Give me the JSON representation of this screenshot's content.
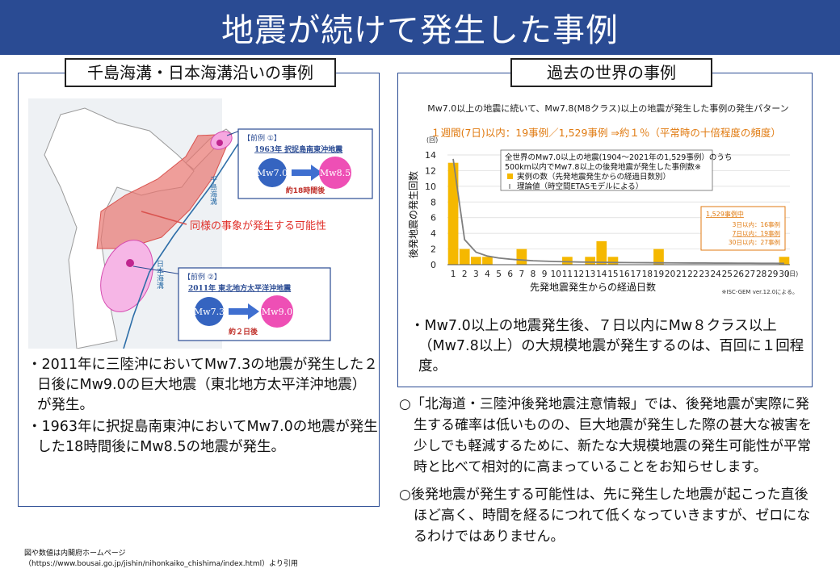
{
  "title": "地震が続けて発生した事例",
  "left_panel": {
    "label": "千島海溝・日本海溝沿いの事例",
    "map": {
      "chishima_label": "千島海溝",
      "nihon_label": "日本海溝",
      "middle_label": "同様の事象が発生する可能性",
      "case1": {
        "tag": "【前例 ①】",
        "name": "1963年 択捉島南東沖地震",
        "from": "Mw7.0",
        "to": "Mw8.5",
        "gap": "約18時間後"
      },
      "case2": {
        "tag": "【前例 ②】",
        "name": "2011年 東北地方太平洋沖地震",
        "from": "Mw7.3",
        "to": "Mw9.0",
        "gap": "約２日後"
      }
    },
    "bullets": [
      "・2011年に三陸沖においてMw7.3の地震が発生した２日後にMw9.0の巨大地震（東北地方太平洋沖地震）が発生。",
      "・1963年に択捉島南東沖においてMw7.0の地震が発生した18時間後にMw8.5の地震が発生。"
    ]
  },
  "right_panel": {
    "label": "過去の世界の事例",
    "chart_title": "Mw7.0以上の地震に続いて、Mw7.8(M8クラス)以上の地震が発生した事例の発生パターン",
    "chart_sub": "１週間(7日)以内：19事例／1,529事例 ⇒約１％（平常時の十倍程度の頻度）",
    "bullet": "・Mw7.0以上の地震発生後、７日以内にMw８クラス以上（Mw7.8以上）の大規模地震が発生するのは、百回に１回程度。"
  },
  "chart_data": {
    "type": "bar",
    "title": "",
    "xlabel": "先発地震発生からの経過日数",
    "ylabel": "後発地震の発生回数",
    "x_unit": "(日)",
    "y_unit": "(回)",
    "ylim": [
      0,
      14
    ],
    "yticks": [
      0,
      2,
      4,
      6,
      8,
      10,
      12,
      14
    ],
    "categories": [
      "1",
      "2",
      "3",
      "4",
      "5",
      "6",
      "7",
      "8",
      "9",
      "10",
      "11",
      "12",
      "13",
      "14",
      "15",
      "16",
      "17",
      "18",
      "19",
      "20",
      "21",
      "22",
      "23",
      "24",
      "25",
      "26",
      "27",
      "28",
      "29",
      "30"
    ],
    "series": [
      {
        "name": "実例の数（先発地震発生からの経過日数別）",
        "type": "bar",
        "color": "#f5b800",
        "values": [
          13,
          2,
          1,
          1,
          0,
          0,
          2,
          0,
          0,
          0,
          1,
          0,
          1,
          3,
          1,
          0,
          0,
          0,
          2,
          0,
          0,
          0,
          0,
          0,
          0,
          0,
          0,
          0,
          0,
          1
        ]
      },
      {
        "name": "理論値（時空間ETASモデルによる）",
        "type": "line",
        "color": "#7f7f7f",
        "values": [
          13.5,
          3.2,
          1.6,
          1.1,
          0.85,
          0.7,
          0.6,
          0.5,
          0.45,
          0.4,
          0.37,
          0.34,
          0.32,
          0.3,
          0.28,
          0.27,
          0.26,
          0.25,
          0.24,
          0.23,
          0.22,
          0.21,
          0.21,
          0.2,
          0.2,
          0.19,
          0.19,
          0.18,
          0.18,
          0.17
        ]
      }
    ],
    "legend": {
      "header1": "全世界のMw7.0以上の地震(1904～2021年の1,529事例）のうち",
      "header2": "500km以内でMw7.8以上の後発地震が発生した事例数※",
      "placement": "top-right"
    },
    "summary_box": {
      "title": "1,529事例中",
      "lines": [
        "3日以内：16事例",
        "7日以内：19事例",
        "30日以内：27事例"
      ]
    },
    "source_note": "※ISC-GEM ver.12.0による。"
  },
  "notes": [
    "○「北海道・三陸沖後発地震注意情報」では、後発地震が実際に発生する確率は低いものの、巨大地震が発生した際の甚大な被害を少しでも軽減するために、新たな大規模地震の発生可能性が平常時と比べて相対的に高まっていることをお知らせします。",
    "○後発地震が発生する可能性は、先に発生した地震が起こった直後ほど高く、時間を経るにつれて低くなっていきますが、ゼロになるわけではありません。"
  ],
  "footnote": {
    "line1": "図や数値は内閣府ホームページ",
    "line2": "（https://www.bousai.go.jp/jishin/nihonkaiko_chishima/index.html）より引用"
  }
}
